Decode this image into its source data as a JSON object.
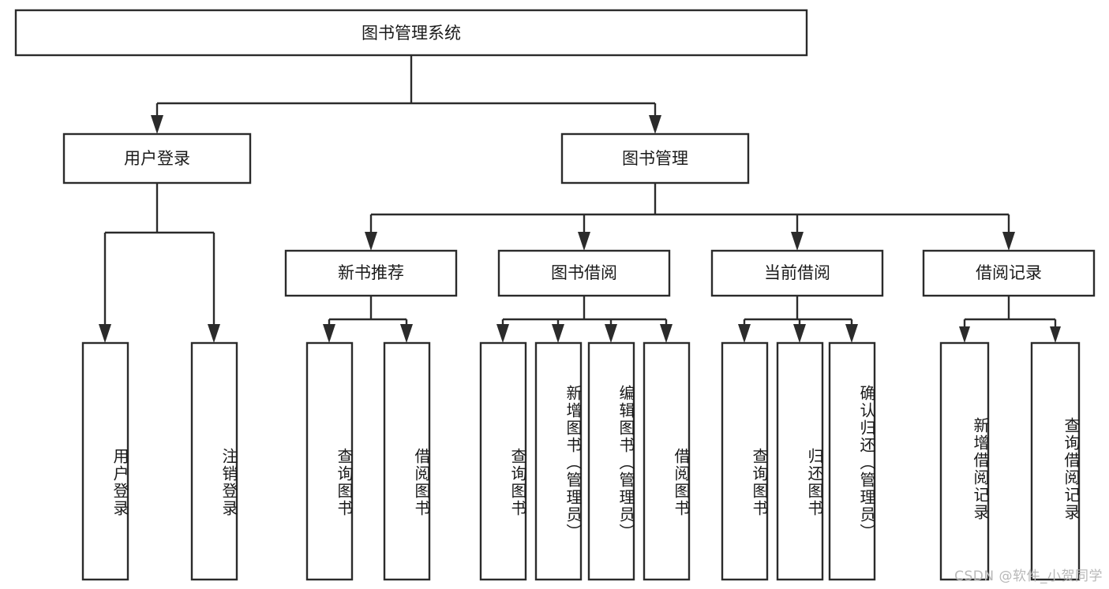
{
  "diagram": {
    "type": "tree-hierarchy",
    "orientation": "top-down",
    "root": {
      "label": "图书管理系统"
    },
    "level2": [
      {
        "label": "用户登录"
      },
      {
        "label": "图书管理"
      }
    ],
    "level3": [
      {
        "label": "新书推荐"
      },
      {
        "label": "图书借阅"
      },
      {
        "label": "当前借阅"
      },
      {
        "label": "借阅记录"
      }
    ],
    "leaves": {
      "user_login": [
        {
          "label": "用户登录"
        },
        {
          "label": "注销登录"
        }
      ],
      "new_book_recommend": [
        {
          "label": "查询图书"
        },
        {
          "label": "借阅图书"
        }
      ],
      "book_borrow": [
        {
          "label": "查询图书"
        },
        {
          "label": "新增图书（管理员）"
        },
        {
          "label": "编辑图书（管理员）"
        },
        {
          "label": "借阅图书"
        }
      ],
      "current_borrow": [
        {
          "label": "查询图书"
        },
        {
          "label": "归还图书"
        },
        {
          "label": "确认归还（管理员）"
        }
      ],
      "borrow_records": [
        {
          "label": "新增借阅记录"
        },
        {
          "label": "查询借阅记录"
        }
      ]
    }
  },
  "watermark": {
    "text": "CSDN @软件_小贺同学"
  },
  "colors": {
    "box_stroke": "#2b2b2b",
    "box_fill": "#ffffff",
    "text": "#1a1a1a",
    "watermark": "#b8b8b8",
    "background": "#ffffff"
  }
}
